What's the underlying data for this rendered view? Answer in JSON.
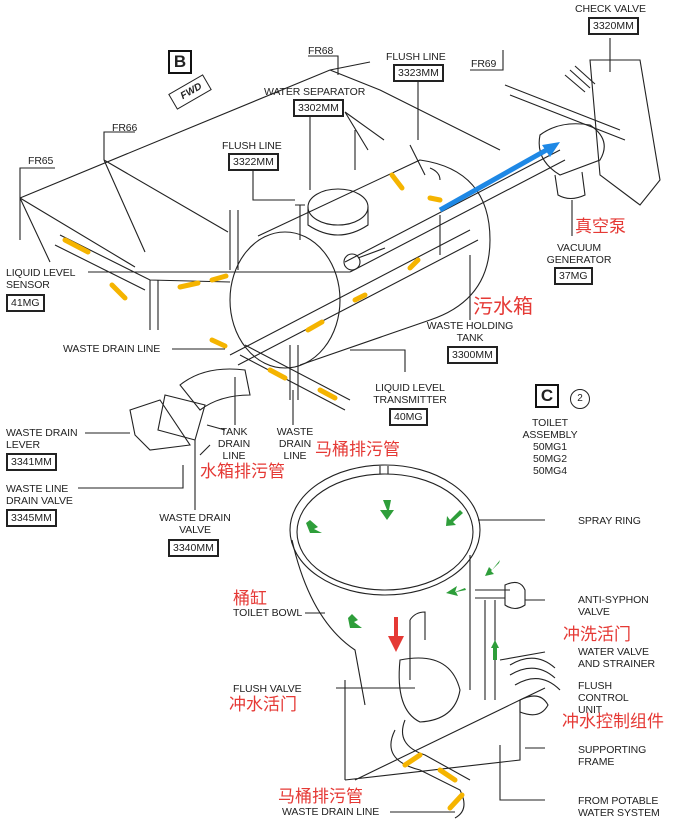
{
  "views": {
    "B": {
      "ref": "B",
      "direction": "FWD",
      "frames": [
        "FR65",
        "FR66",
        "FR68",
        "FR69"
      ],
      "components": {
        "check_valve": {
          "name": "CHECK VALVE",
          "code": "3320MM"
        },
        "flush_line_1": {
          "name": "FLUSH LINE",
          "code": "3323MM"
        },
        "water_separator": {
          "name": "WATER SEPARATOR",
          "code": "3302MM"
        },
        "flush_line_2": {
          "name": "FLUSH LINE",
          "code": "3322MM"
        },
        "liquid_level_sensor": {
          "name_l1": "LIQUID LEVEL",
          "name_l2": "SENSOR",
          "code": "41MG"
        },
        "vacuum_generator": {
          "name_l1": "VACUUM",
          "name_l2": "GENERATOR",
          "code": "37MG",
          "zh": "真空泵"
        },
        "waste_holding_tank": {
          "name_l1": "WASTE HOLDING",
          "name_l2": "TANK",
          "code": "3300MM",
          "zh": "污水箱"
        },
        "waste_drain_line": {
          "name": "WASTE DRAIN LINE"
        },
        "liquid_level_transmitter": {
          "name_l1": "LIQUID LEVEL",
          "name_l2": "TRANSMITTER",
          "code": "40MG"
        },
        "waste_drain_lever": {
          "name_l1": "WASTE DRAIN",
          "name_l2": "LEVER",
          "code": "3341MM"
        },
        "tank_drain_line": {
          "name_l1": "TANK",
          "name_l2": "DRAIN",
          "name_l3": "LINE",
          "zh": "水箱排污管"
        },
        "waste_drain_line_2": {
          "name_l1": "WASTE",
          "name_l2": "DRAIN",
          "name_l3": "LINE",
          "zh": "马桶排污管"
        },
        "waste_line_drain_valve": {
          "name_l1": "WASTE LINE",
          "name_l2": "DRAIN VALVE",
          "code": "3345MM"
        },
        "waste_drain_valve": {
          "name_l1": "WASTE DRAIN",
          "name_l2": "VALVE",
          "code": "3340MM"
        }
      }
    },
    "C": {
      "ref": "C",
      "note_num": "2",
      "title_l1": "TOILET",
      "title_l2": "ASSEMBLY",
      "codes": [
        "50MG1",
        "50MG2",
        "50MG4"
      ],
      "components": {
        "spray_ring": {
          "name": "SPRAY RING"
        },
        "toilet_bowl": {
          "name": "TOILET BOWL",
          "zh": "桶缸"
        },
        "anti_syphon_valve": {
          "name_l1": "ANTI-SYPHON",
          "name_l2": "VALVE"
        },
        "water_valve": {
          "name_l1": "WATER VALVE",
          "name_l2": "AND STRAINER",
          "zh": "冲洗活门"
        },
        "flush_control_unit": {
          "name_l1": "FLUSH",
          "name_l2": "CONTROL",
          "name_l3": "UNIT",
          "zh": "冲水控制组件"
        },
        "flush_valve": {
          "name": "FLUSH VALVE",
          "zh": "冲水活门"
        },
        "supporting_frame": {
          "name_l1": "SUPPORTING",
          "name_l2": "FRAME"
        },
        "potable_water": {
          "name_l1": "FROM POTABLE",
          "name_l2": "WATER SYSTEM"
        },
        "waste_drain_line": {
          "name": "WASTE DRAIN LINE",
          "zh": "马桶排污管"
        }
      }
    }
  },
  "colors": {
    "waste_flow_arrow": "#f5b400",
    "vacuum_flow_arrow": "#1e88e5",
    "water_flow_arrow": "#2e9e3a",
    "drop_arrow": "#e53935",
    "annotation_text": "#e53935",
    "line": "#222222"
  }
}
